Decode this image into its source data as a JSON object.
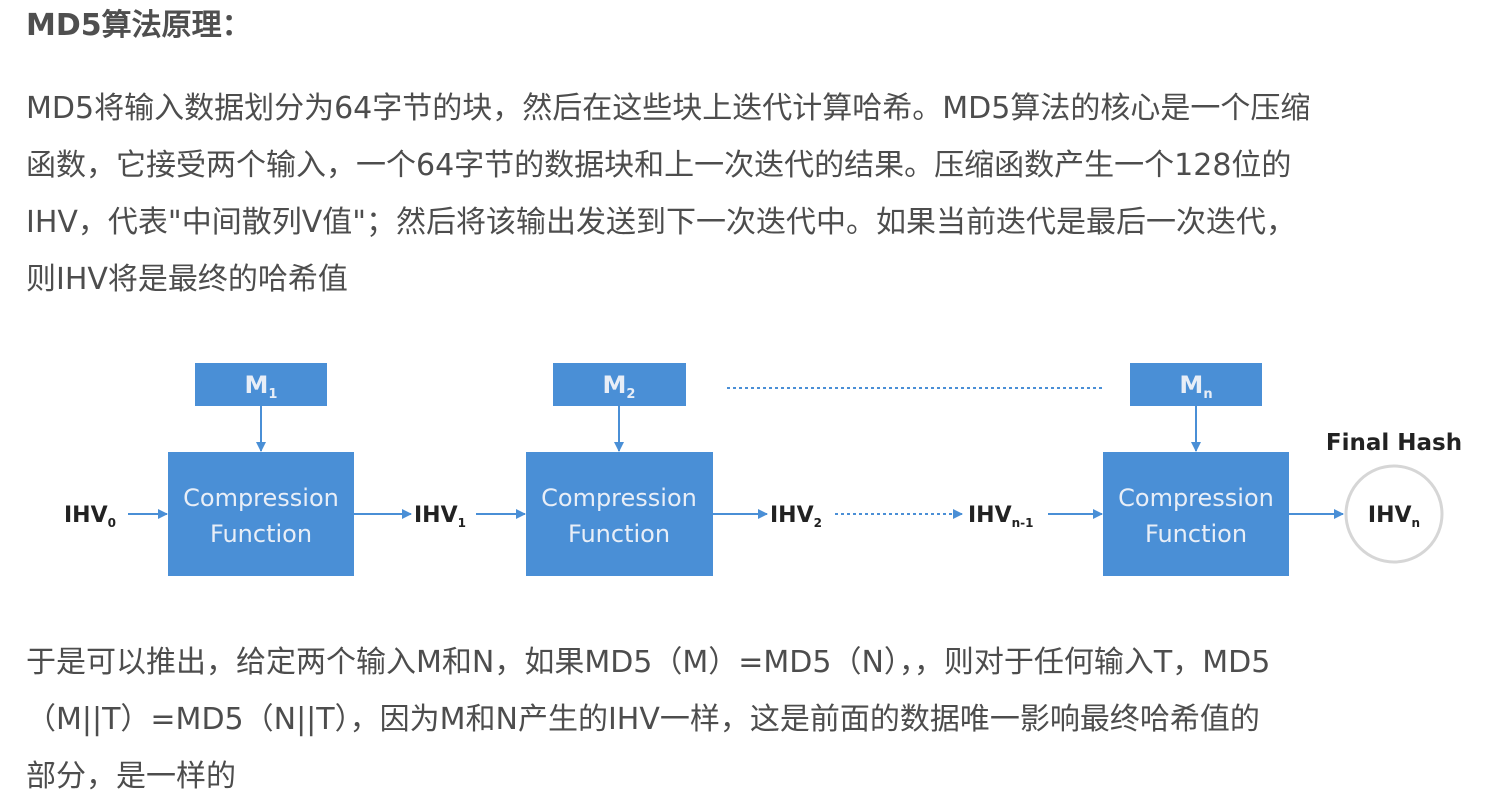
{
  "heading": "MD5算法原理：",
  "intro_lines": [
    "MD5将输入数据划分为64字节的块，然后在这些块上迭代计算哈希。MD5算法的核心是一个压缩",
    "函数，它接受两个输入，一个64字节的数据块和上一次迭代的结果。压缩函数产生一个128位的",
    "IHV，代表\"中间散列V值\"；然后将该输出发送到下一次迭代中。如果当前迭代是最后一次迭代，",
    "则IHV将是最终的哈希值"
  ],
  "diagram": {
    "blocks": [
      {
        "label": "M",
        "sub": "1"
      },
      {
        "label": "M",
        "sub": "2"
      },
      {
        "label": "M",
        "sub": "n"
      }
    ],
    "box_line1": "Compression",
    "box_line2": "Function",
    "ihv": [
      {
        "label": "IHV",
        "sub": "0"
      },
      {
        "label": "IHV",
        "sub": "1"
      },
      {
        "label": "IHV",
        "sub": "2"
      },
      {
        "label": "IHV",
        "sub": "n-1"
      },
      {
        "label": "IHV",
        "sub": "n"
      }
    ],
    "final_hash_label": "Final Hash",
    "colors": {
      "box": "#4a8fd6",
      "arrow": "#4a8fd6",
      "background": "#ffffff"
    }
  },
  "conclusion_lines": [
    "于是可以推出，给定两个输入M和N，如果MD5（M）=MD5（N），，则对于任何输入T，MD5",
    "（M||T）=MD5（N||T），因为M和N产生的IHV一样，这是前面的数据唯一影响最终哈希值的",
    "部分，是一样的"
  ]
}
